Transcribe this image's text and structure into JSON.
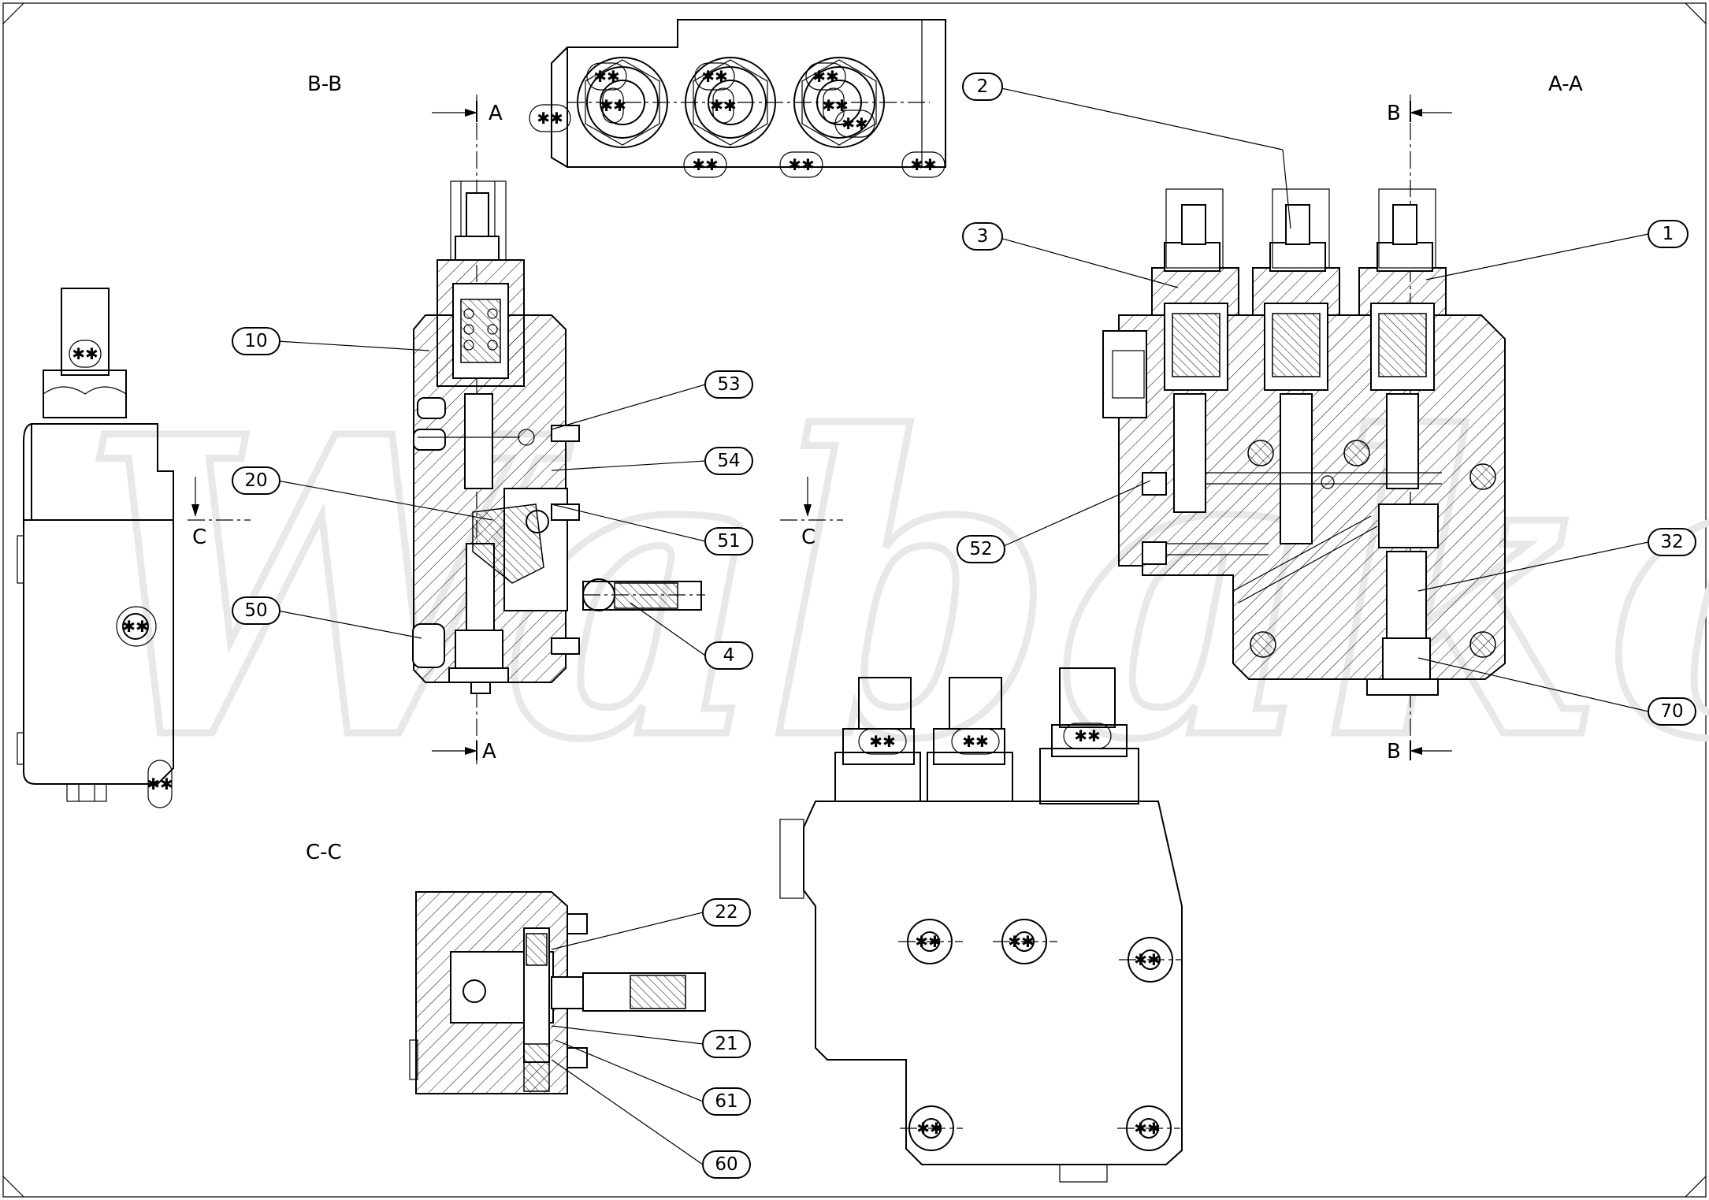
{
  "watermark": "Wabako",
  "section_labels": {
    "bb": "B-B",
    "aa": "A-A",
    "cc": "C-C",
    "a_top": "A",
    "a_bottom": "A",
    "b_top": "B",
    "b_bottom": "B",
    "c_left": "C",
    "c_right": "C"
  },
  "callouts": {
    "c1": "1",
    "c2": "2",
    "c3": "3",
    "c4": "4",
    "c10": "10",
    "c20": "20",
    "c21": "21",
    "c22": "22",
    "c32": "32",
    "c50": "50",
    "c51": "51",
    "c52": "52",
    "c53": "53",
    "c54": "54",
    "c60": "60",
    "c61": "61",
    "c70": "70"
  },
  "marking_symbol": "✱✱"
}
